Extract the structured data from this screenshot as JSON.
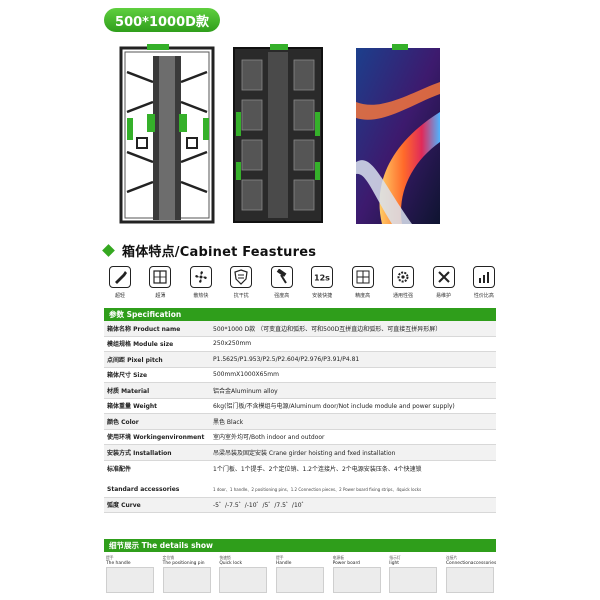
{
  "title": "500*1000D款",
  "features_heading": "箱体特点/Cabinet Feastures",
  "features": [
    {
      "icon": "brush-icon",
      "label": "超轻"
    },
    {
      "icon": "thin-frame-icon",
      "label": "超薄"
    },
    {
      "icon": "fan-icon",
      "label": "散热快"
    },
    {
      "icon": "shield-icon",
      "label": "抗干扰"
    },
    {
      "icon": "hammer-icon",
      "label": "强度高"
    },
    {
      "icon": "12s-icon",
      "label": "安装快捷"
    },
    {
      "icon": "grid-icon",
      "label": "精度高"
    },
    {
      "icon": "gear-icon",
      "label": "通用性强"
    },
    {
      "icon": "tools-icon",
      "label": "易维护"
    },
    {
      "icon": "bar-chart-icon",
      "label": "性价比高"
    }
  ],
  "spec": {
    "heading": "参数 Specification",
    "rows": [
      {
        "k": "箱体名称 Product name",
        "v": "500*1000 D款 （可变直边和弧形、可和500D互拼直边和弧形、可直接互拼异形屏）"
      },
      {
        "k": "模组规格 Module size",
        "v": "250x250mm"
      },
      {
        "k": "点间距 Pixel pitch",
        "v": "P1.5625/P1.953/P2.5/P2.604/P2.976/P3.91/P4.81"
      },
      {
        "k": "箱体尺寸 Size",
        "v": "500mmX1000X65mm"
      },
      {
        "k": "材质 Material",
        "v": "铝合金Aluminum alloy"
      },
      {
        "k": "箱体重量 Weight",
        "v": "6kg(铝门板/不含模组与电源/Aluminum door/Not include module and power supply)"
      },
      {
        "k": "颜色 Color",
        "v": "黑色 Black"
      },
      {
        "k": "使用环境 Workingenvironment",
        "v": "室内室外均可/Both indoor and outdoor"
      },
      {
        "k": "安装方式 Installation",
        "v": "吊梁吊装及固定安装 Crane girder hoisting and fxed installation"
      }
    ],
    "accessories": {
      "k_cn": "标准配件",
      "k_en": "Standard accessories",
      "v_cn": "1个门板、1个提手、2个定位销、1.2个连接片、2个电源安装压条、4个快速锁",
      "v_en": "1 door、1 handle、2 positioning pins、1.2 Connection pieces、2 Power board fixing strips、4quick locks"
    },
    "curve": {
      "k": "弧度 Curve",
      "v": "-5゜/-7.5゜/-10゜/5゜/7.5゜/10゜"
    }
  },
  "details": {
    "heading": "细节展示 The details show",
    "items": [
      {
        "cn": "提手",
        "en": "The handle"
      },
      {
        "cn": "定位销",
        "en": "The positioning pin"
      },
      {
        "cn": "快速锁",
        "en": "Quick lock"
      },
      {
        "cn": "提手",
        "en": "Handle"
      },
      {
        "cn": "电源板",
        "en": "Power board"
      },
      {
        "cn": "指示灯",
        "en": "light"
      },
      {
        "cn": "连接片",
        "en": "Connectionaccessories"
      }
    ]
  }
}
